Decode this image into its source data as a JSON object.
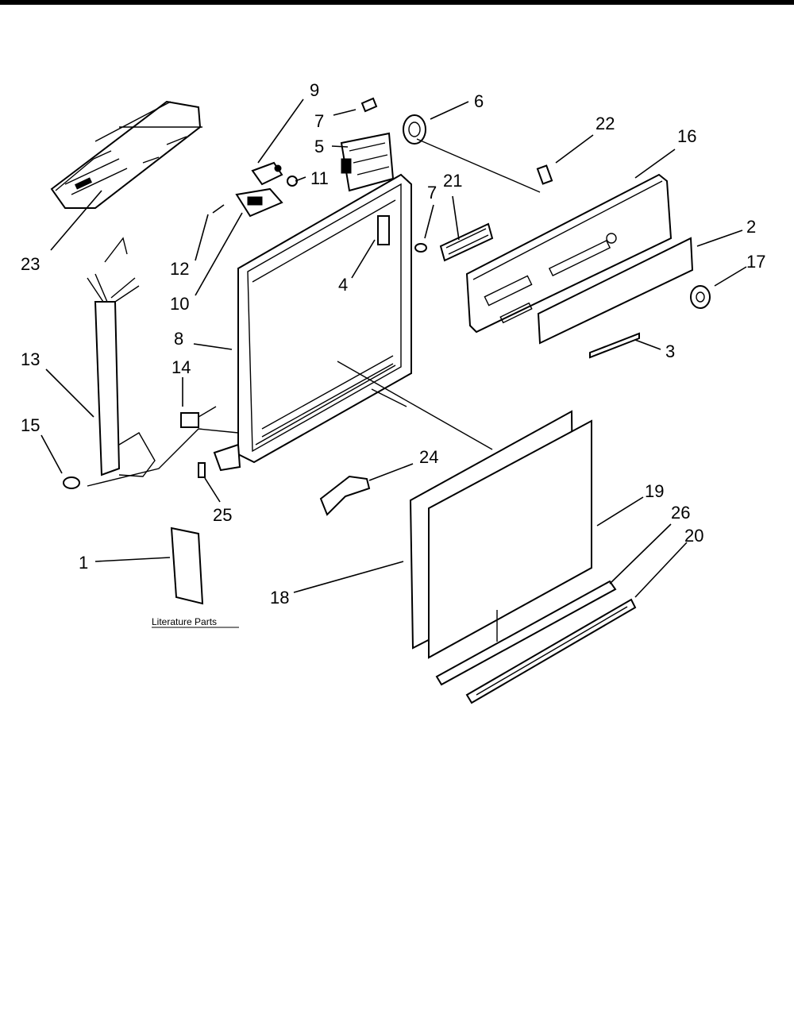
{
  "parts": {
    "p1": "1",
    "p2": "2",
    "p3": "3",
    "p4": "4",
    "p5": "5",
    "p6": "6",
    "p7a": "7",
    "p7b": "7",
    "p8": "8",
    "p9": "9",
    "p10": "10",
    "p11": "11",
    "p12": "12",
    "p13": "13",
    "p14": "14",
    "p15": "15",
    "p16": "16",
    "p17": "17",
    "p18": "18",
    "p19": "19",
    "p20": "20",
    "p21": "21",
    "p22": "22",
    "p23": "23",
    "p24": "24",
    "p25": "25",
    "p26": "26"
  },
  "literature_label": "Literature Parts"
}
